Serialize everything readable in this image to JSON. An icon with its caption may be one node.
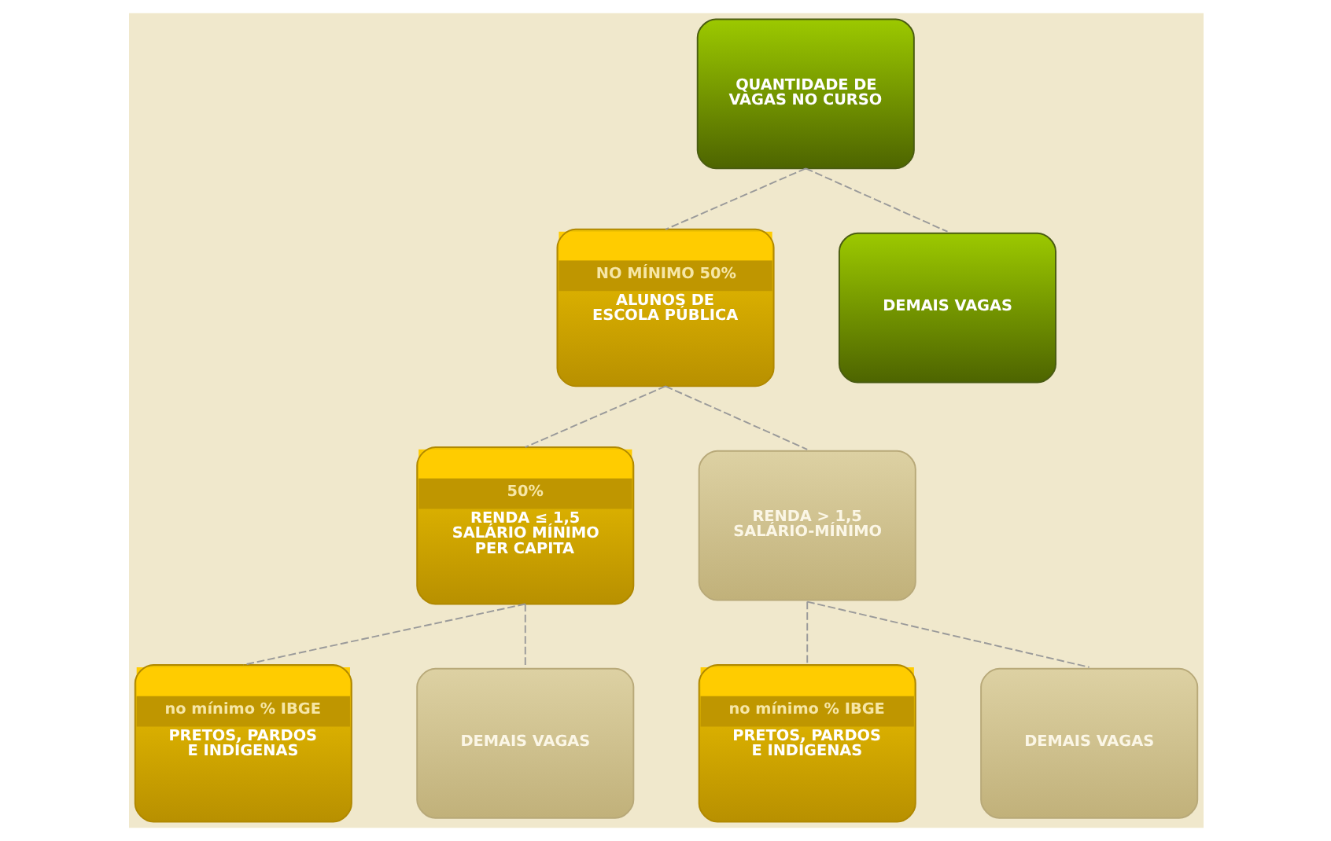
{
  "diagram": {
    "nodes": [
      {
        "text": [
          "QUANTIDADE DE VAGAS NO CURSO"
        ]
      },
      {
        "text": [
          "NO MÍNIMO 50%",
          "ALUNOS DE ESCOLA PÚBLICA"
        ]
      },
      {
        "text": [
          "DEMAIS VAGAS"
        ]
      },
      {
        "text": [
          "50%",
          "RENDA ≤ 1,5 SALÁRIO MÍNIMO PER CAPITA"
        ]
      },
      {
        "text": [
          "RENDA > 1,5 SALÁRIO-MÍNIMO"
        ]
      },
      {
        "text": [
          "no mínimo % IBGE",
          "PRETOS, PARDOS E INDÍGENAS"
        ]
      },
      {
        "text": [
          "DEMAIS VAGAS"
        ]
      },
      {
        "text": [
          "no mínimo % IBGE",
          "PRETOS, PARDOS E INDÍGENAS"
        ]
      },
      {
        "text": [
          "DEMAIS VAGAS"
        ]
      }
    ],
    "edges": [
      {
        "from": 0,
        "to": 1,
        "arrow": "none",
        "style": "dashed"
      },
      {
        "from": 0,
        "to": 2,
        "arrow": "none",
        "style": "dashed"
      },
      {
        "from": 1,
        "to": 3,
        "arrow": "none",
        "style": "dashed"
      },
      {
        "from": 1,
        "to": 4,
        "arrow": "none",
        "style": "dashed"
      },
      {
        "from": 3,
        "to": 5,
        "arrow": "none",
        "style": "dashed"
      },
      {
        "from": 3,
        "to": 6,
        "arrow": "none",
        "style": "dashed"
      },
      {
        "from": 4,
        "to": 7,
        "arrow": "none",
        "style": "dashed"
      },
      {
        "from": 4,
        "to": 8,
        "arrow": "none",
        "style": "dashed"
      }
    ]
  }
}
